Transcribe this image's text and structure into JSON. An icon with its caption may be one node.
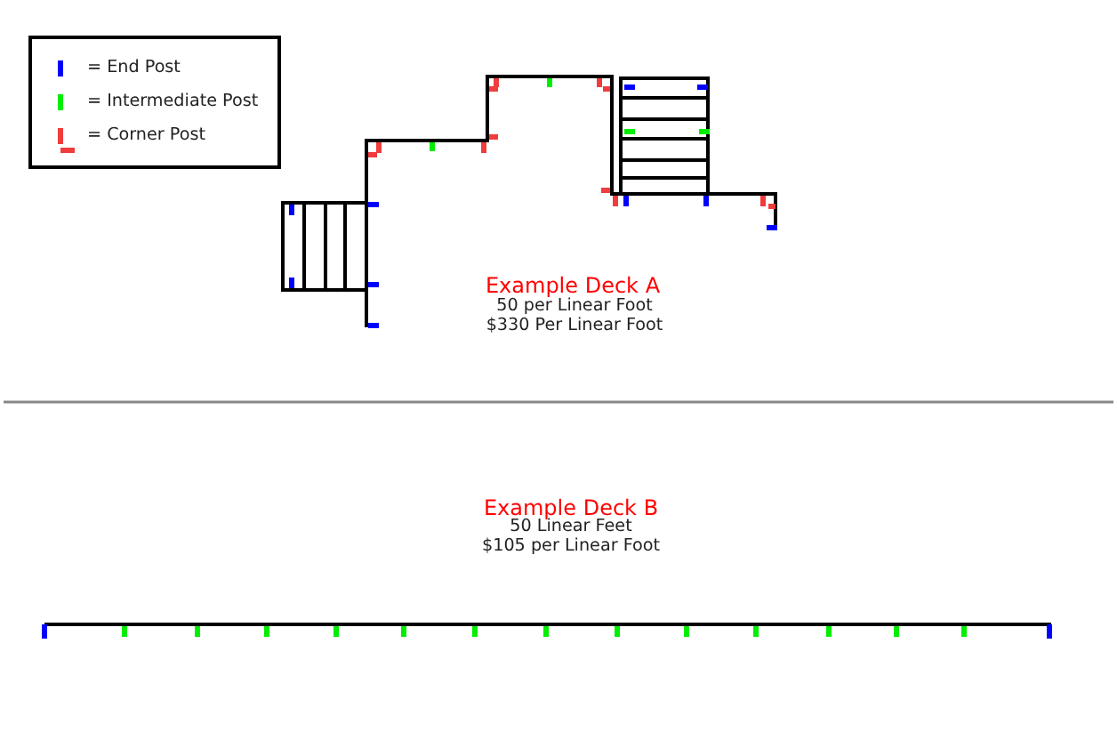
{
  "diagram": {
    "labels": [
      "Example Deck A",
      "50 per Linear Foot",
      "$330 Per Linear Foot",
      "Example Deck B",
      "50 Linear Feet",
      "$105 per Linear Foot"
    ],
    "legend": [
      {
        "text": "= End Post",
        "color": "#0000ff"
      },
      {
        "text": "= Intermediate Post",
        "color": "#00ee00"
      },
      {
        "text": "= Corner Post",
        "color": "#f03c3c"
      }
    ]
  }
}
